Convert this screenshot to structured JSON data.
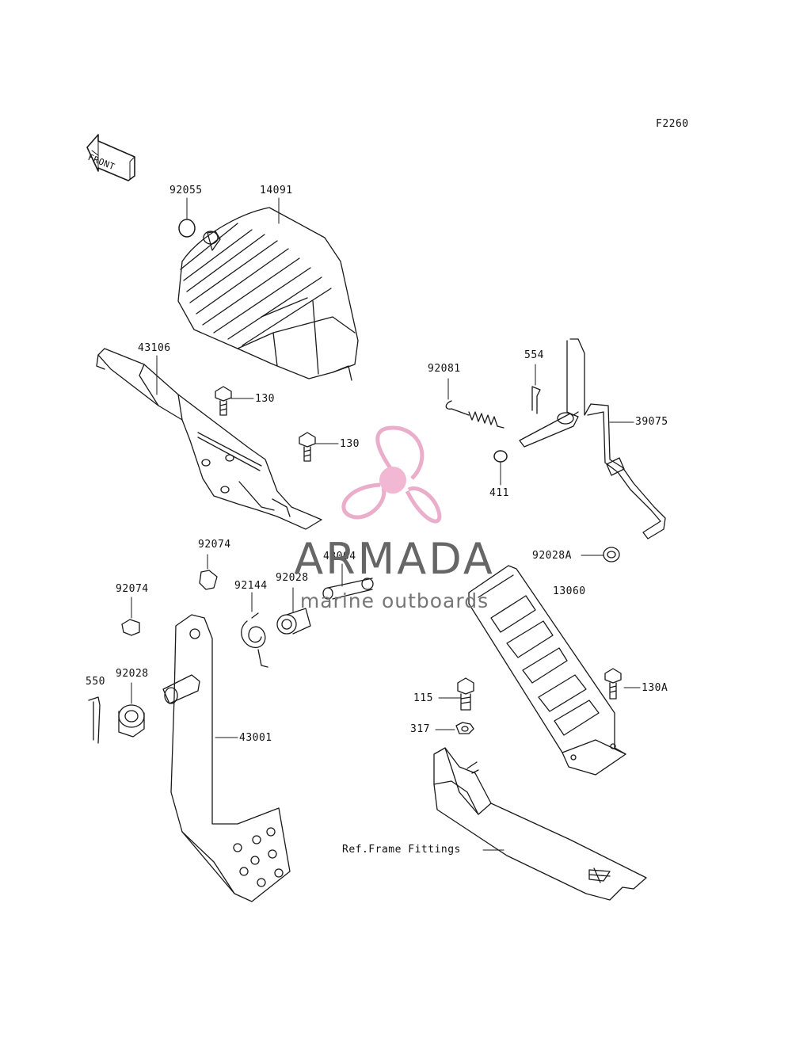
{
  "figure_code": "F2260",
  "front_arrow": {
    "label": "FRONT",
    "icon": "front-arrow-icon"
  },
  "parts": {
    "p92055": "92055",
    "p14091": "14091",
    "p43106": "43106",
    "p130a": "130",
    "p130b": "130",
    "p92081": "92081",
    "p554": "554",
    "p39075": "39075",
    "p411": "411",
    "p92074a": "92074",
    "p92074b": "92074",
    "p43004": "43004",
    "p92028a": "92028",
    "p92028A": "92028A",
    "p13060": "13060",
    "p92144": "92144",
    "p550": "550",
    "p92028b": "92028",
    "p115": "115",
    "p130A": "130A",
    "p317": "317",
    "p43001": "43001",
    "ref_frame": "Ref.Frame Fittings"
  },
  "watermark": {
    "title": "ARMADA",
    "subtitle": "marine outboards",
    "logo_icon": "propeller-logo-icon",
    "logo_color": "#e8a6c6",
    "hub_color": "#f0b0cf"
  },
  "colors": {
    "line": "#1a1a1a",
    "background": "#ffffff"
  }
}
